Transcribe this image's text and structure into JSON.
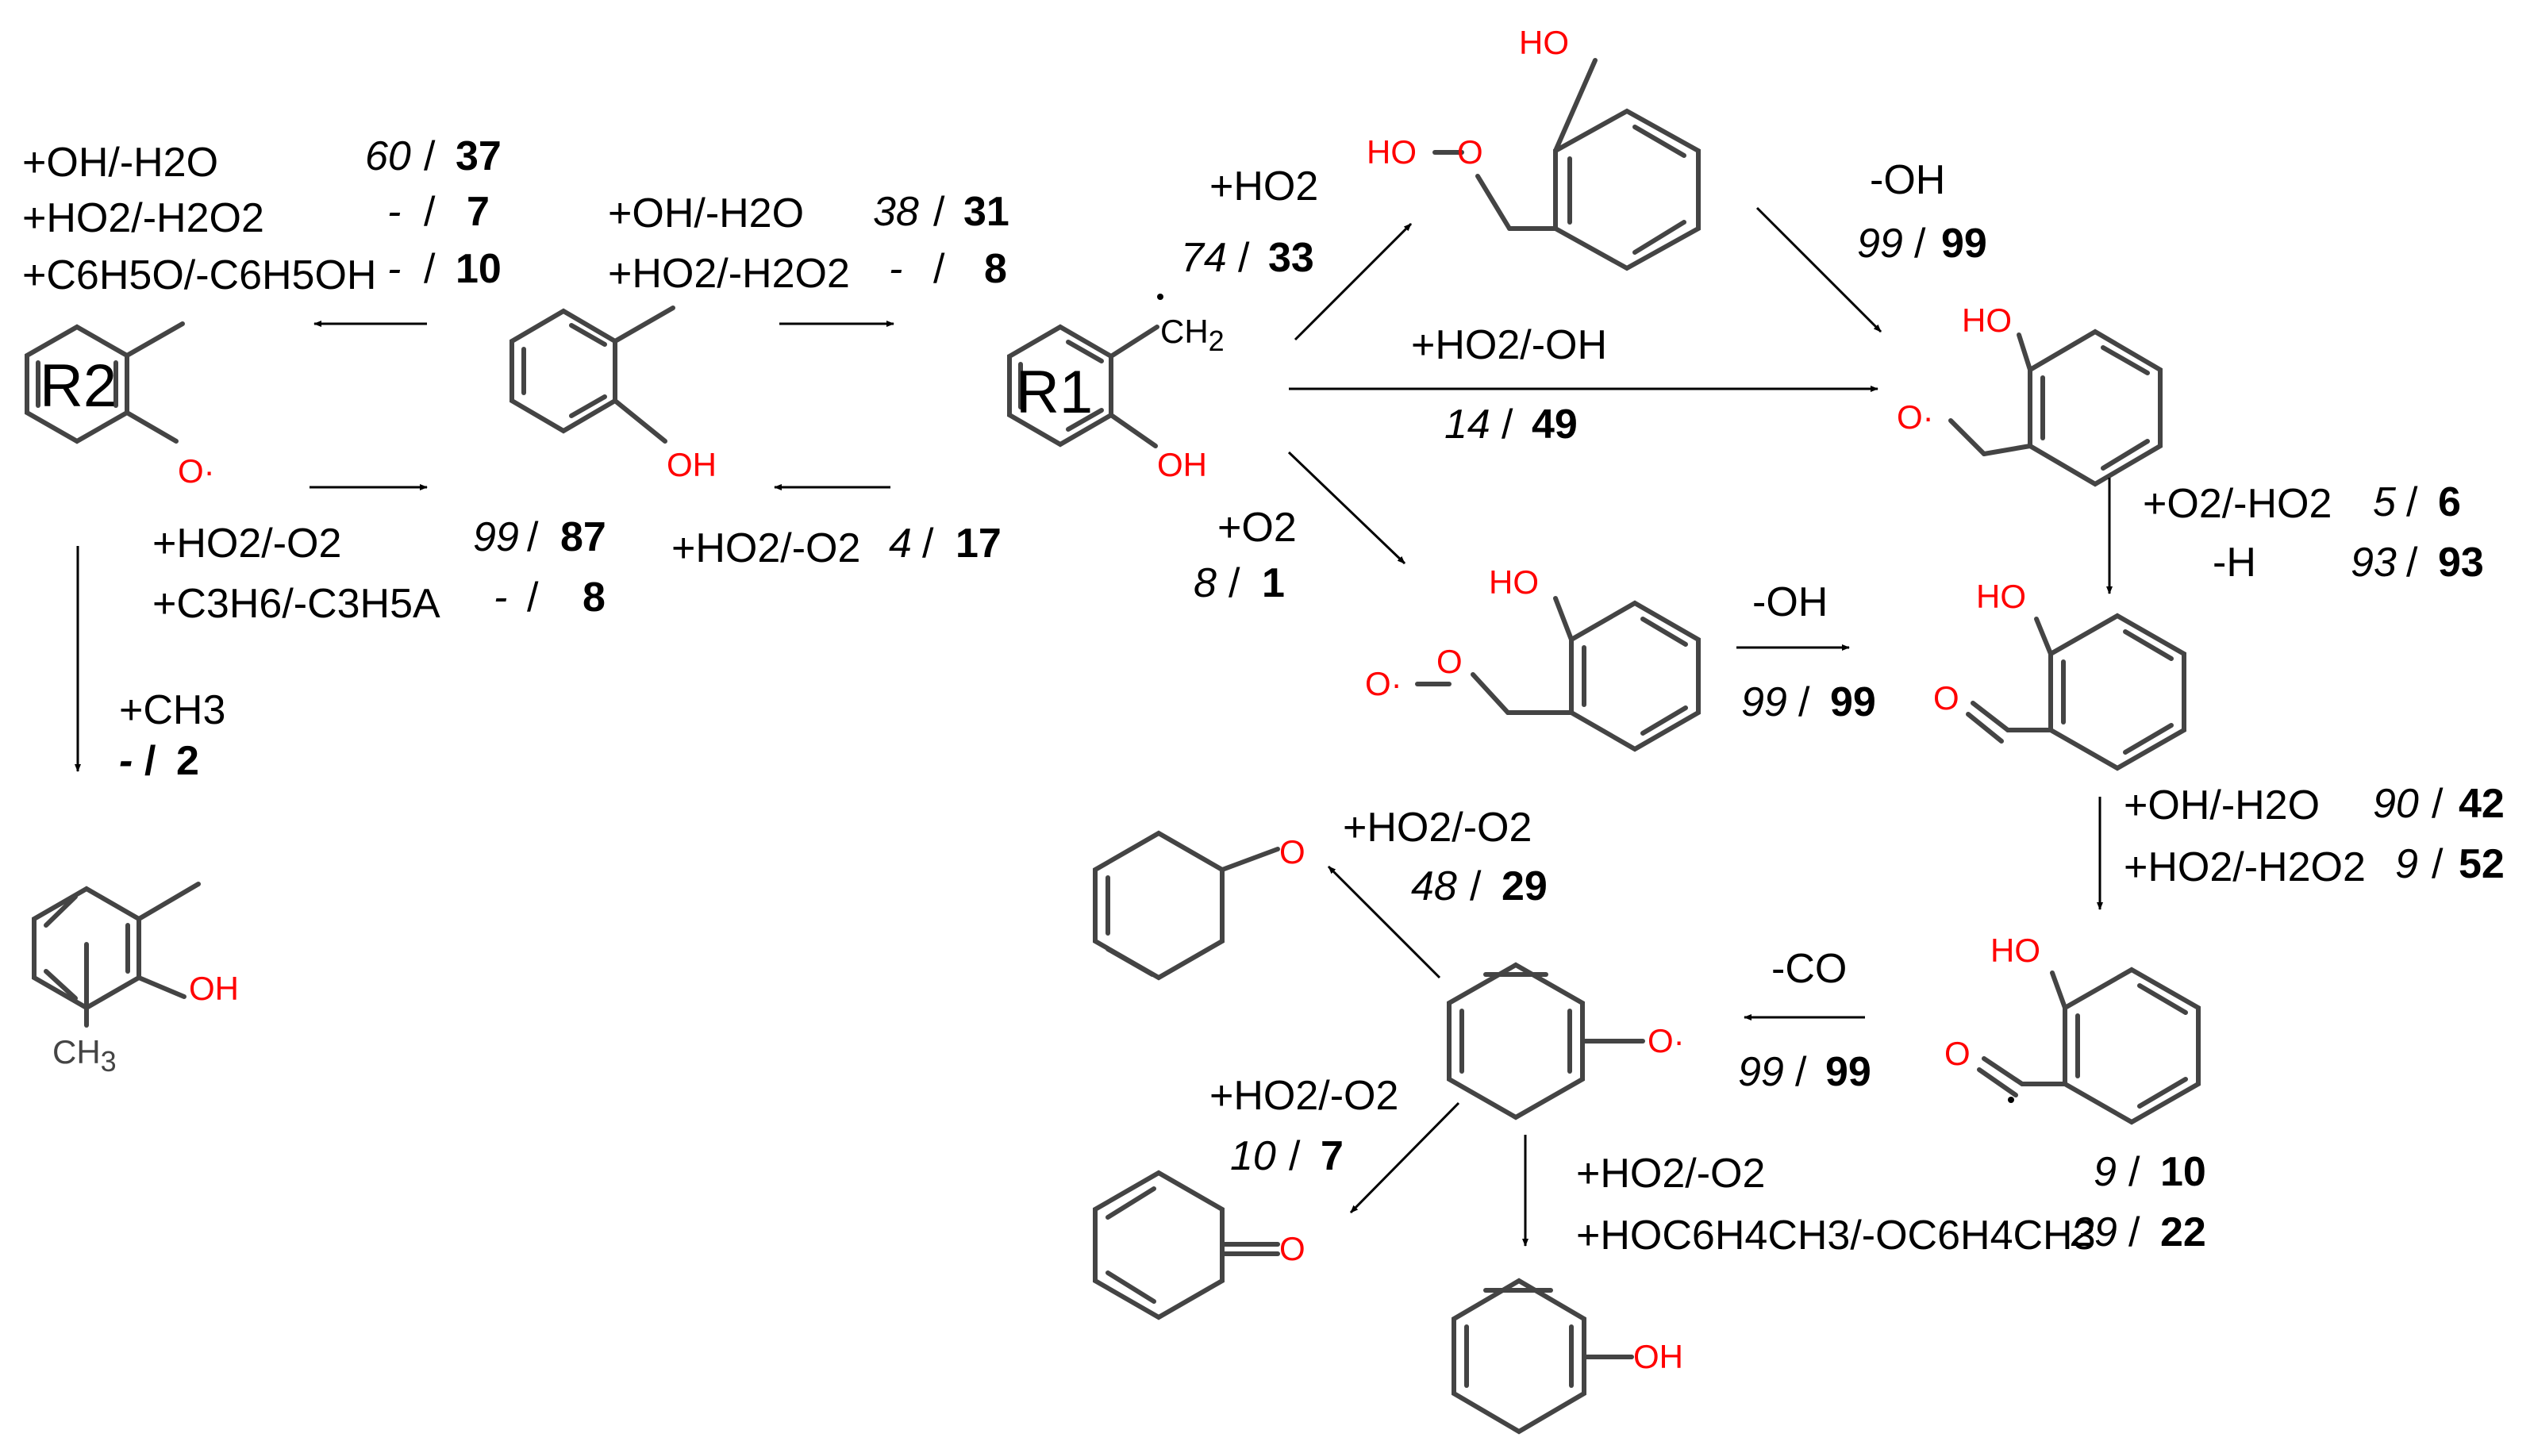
{
  "colors": {
    "heteroatom": "#ff0000",
    "bond": "#444444",
    "arrow": "#000000",
    "text": "#000000"
  },
  "species": {
    "r2": "R2",
    "r1": "R1",
    "oh": "OH",
    "ho": "HO",
    "o": "O",
    "radical_o": "O·",
    "ch2": "CH",
    "ch2_sub": "2",
    "ch3": "CH",
    "ch3_sub": "3"
  },
  "reactions": {
    "r2_form": [
      {
        "label": "+OH/-H2O",
        "italic": "60",
        "bold": "37"
      },
      {
        "label": "+HO2/-H2O2",
        "italic": "-",
        "bold": "7"
      },
      {
        "label": "+C6H5O/-C6H5OH",
        "italic": "-",
        "bold": "10"
      }
    ],
    "r2_back": [
      {
        "label": "+HO2/-O2",
        "italic": "99",
        "bold": "87"
      },
      {
        "label": "+C3H6/-C3H5A",
        "italic": "-",
        "bold": "8"
      }
    ],
    "r2_ch3": {
      "label": "+CH3",
      "italic": "-",
      "bold": "2"
    },
    "r1_form": [
      {
        "label": "+OH/-H2O",
        "italic": "38",
        "bold": "31"
      },
      {
        "label": "+HO2/-H2O2",
        "italic": "-",
        "bold": "8"
      }
    ],
    "r1_back": {
      "label": "+HO2/-O2",
      "italic": "4",
      "bold": "17"
    },
    "r1_ho2": {
      "label": "+HO2",
      "italic": "74",
      "bold": "33"
    },
    "r1_ho2_oh": {
      "label": "+HO2/-OH",
      "italic": "14",
      "bold": "49"
    },
    "r1_o2": {
      "label": "+O2",
      "italic": "8",
      "bold": "1"
    },
    "ooh_oh": {
      "label": "-OH",
      "italic": "99",
      "bold": "99"
    },
    "oo_oh": {
      "label": "-OH",
      "italic": "99",
      "bold": "99"
    },
    "alkoxy": [
      {
        "label": "+O2/-HO2",
        "italic": "5",
        "bold": "6"
      },
      {
        "label": "-H",
        "italic": "93",
        "bold": "93"
      }
    ],
    "aldehyde": [
      {
        "label": "+OH/-H2O",
        "italic": "90",
        "bold": "42"
      },
      {
        "label": "+HO2/-H2O2",
        "italic": "9",
        "bold": "52"
      }
    ],
    "co_loss": {
      "label": "-CO",
      "italic": "99",
      "bold": "99"
    },
    "phenoxy_top": {
      "label": "+HO2/-O2",
      "italic": "48",
      "bold": "29"
    },
    "phenoxy_left": {
      "label": "+HO2/-O2",
      "italic": "10",
      "bold": "7"
    },
    "phenoxy_down": [
      {
        "label": "+HO2/-O2",
        "italic": "9",
        "bold": "10"
      },
      {
        "label": "+HOC6H4CH3/-OC6H4CH3",
        "italic": "29",
        "bold": "22"
      }
    ]
  }
}
